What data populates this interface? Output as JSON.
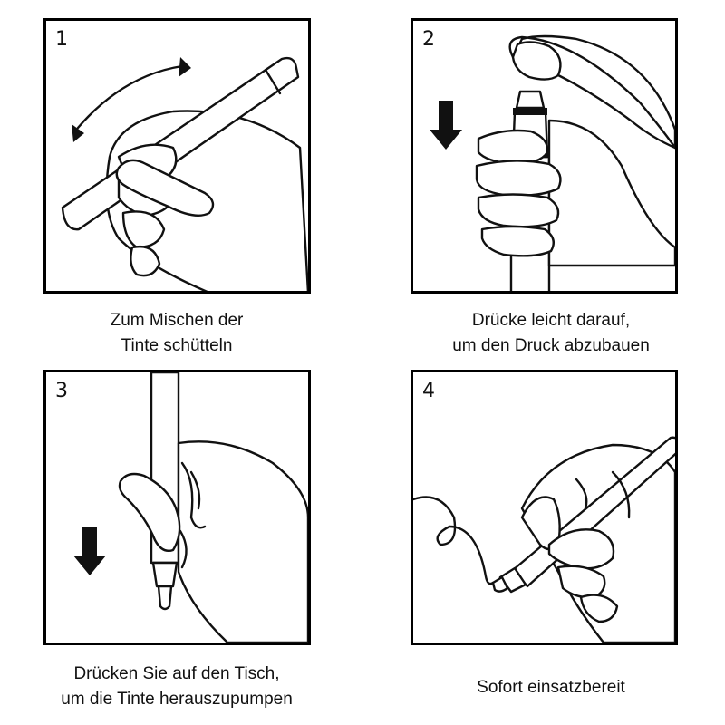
{
  "steps": [
    {
      "number": "1",
      "caption_lines": [
        "Zum Mischen der",
        "Tinte schütteln"
      ]
    },
    {
      "number": "2",
      "caption_lines": [
        "Drücke leicht darauf,",
        "um den Druck abzubauen"
      ]
    },
    {
      "number": "3",
      "caption_lines": [
        "Drücken Sie auf den Tisch,",
        "um die Tinte herauszupumpen"
      ]
    },
    {
      "number": "4",
      "caption_lines": [
        "Sofort einsatzbereit"
      ]
    }
  ],
  "colors": {
    "line": "#111111",
    "background": "#ffffff"
  }
}
